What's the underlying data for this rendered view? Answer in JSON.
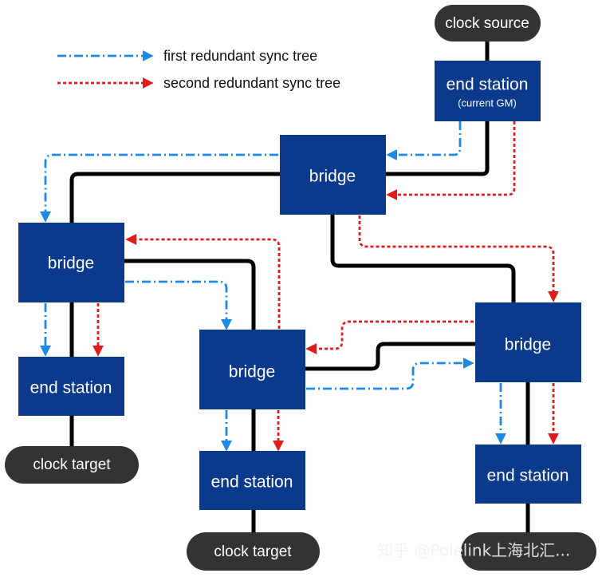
{
  "legend": {
    "first_tree": "first redundant sync tree",
    "second_tree": "second redundant sync tree"
  },
  "nodes": {
    "clock_source": "clock source",
    "gm_station": {
      "label": "end station",
      "sub": "(current GM)"
    },
    "bridge_top": "bridge",
    "bridge_left": "bridge",
    "bridge_center": "bridge",
    "bridge_right": "bridge",
    "end_station_left": "end station",
    "end_station_center": "end station",
    "end_station_right": "end station",
    "clock_target_left": "clock target",
    "clock_target_center": "clock target"
  },
  "watermark": "知乎 @Polelink上海北汇...",
  "colors": {
    "box": "#0b3a8c",
    "pill": "#333333",
    "first_tree": "#1e88e5",
    "second_tree": "#e01b1b",
    "link": "#000000"
  }
}
